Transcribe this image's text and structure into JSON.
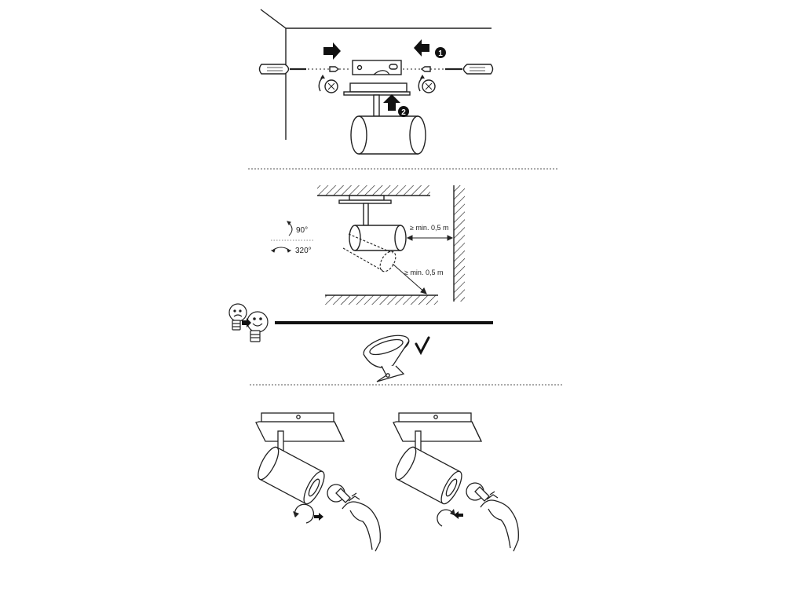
{
  "steps": {
    "step1": "1",
    "step2": "2"
  },
  "rotation": {
    "vertical": "90°",
    "horizontal": "320°"
  },
  "clearance": {
    "wall": "≥ min. 0,5 m",
    "floor": "≥ min. 0,5 m"
  },
  "icons": {
    "check": "check-mark-icon",
    "bulb_swap": "bulb-swap-icon"
  },
  "colors": {
    "ink": "#222222",
    "paper": "#ffffff"
  }
}
